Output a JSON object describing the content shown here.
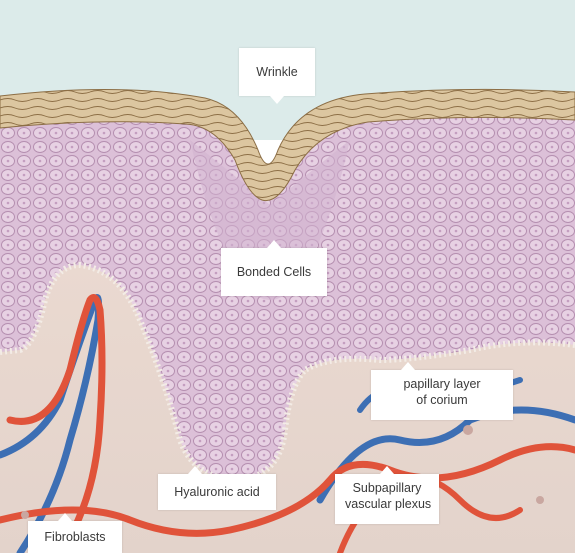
{
  "labels": {
    "wrinkle": "Wrinkle",
    "bonded_cells": "Bonded Cells",
    "papillary_layer": [
      "papillary layer",
      "of corium"
    ],
    "hyaluronic_acid": "Hyaluronic acid",
    "subpapillary_plexus": [
      "Subpapillary",
      "vascular plexus"
    ],
    "fibroblasts": "Fibroblasts"
  },
  "colors": {
    "sky": "#dcebea",
    "stratum_corneum": "#d8c39c",
    "epidermis": "#dcc0d8",
    "cell_outline": "#b58fb0",
    "dermis": "#e6d8cf",
    "artery": "#e0533a",
    "vein": "#3d6fb4"
  }
}
